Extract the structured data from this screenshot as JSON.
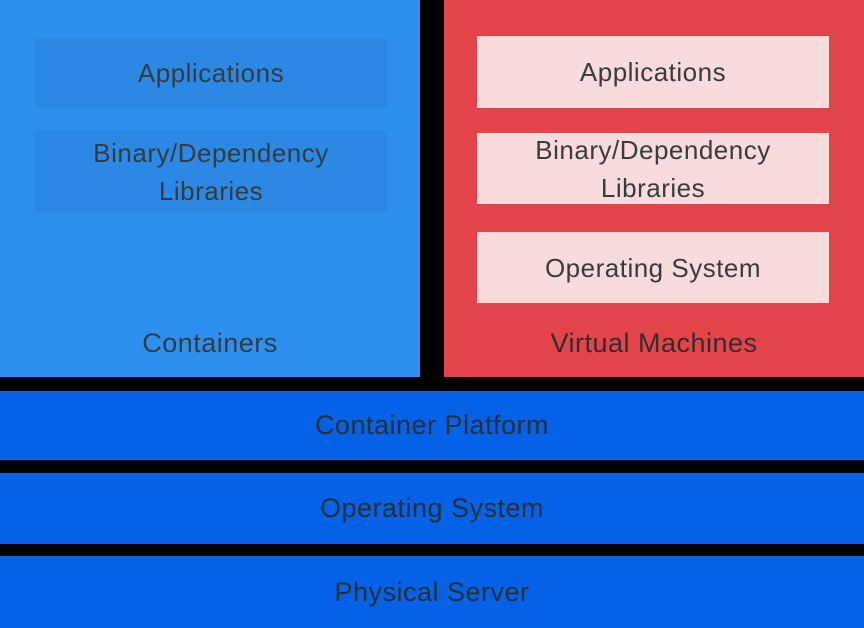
{
  "colors": {
    "gap_background": "#000000",
    "containers_panel": "#2E90EE",
    "vm_panel": "#E24449",
    "vm_inner_box": "#F8DBDC",
    "shared_layer_bar": "#0561E6",
    "panel_text": "#363B41",
    "vm_label_text": "#332D2D",
    "bar_text": "#243139"
  },
  "containers_panel": {
    "label": "Containers",
    "boxes": [
      {
        "lines": [
          "Applications"
        ]
      },
      {
        "lines": [
          "Binary/Dependency",
          "Libraries"
        ]
      }
    ]
  },
  "vm_panel": {
    "label": "Virtual Machines",
    "boxes": [
      {
        "lines": [
          "Applications"
        ]
      },
      {
        "lines": [
          "Binary/Dependency",
          "Libraries"
        ]
      },
      {
        "lines": [
          "Operating System"
        ]
      }
    ]
  },
  "shared_layers": [
    {
      "label": "Container Platform"
    },
    {
      "label": "Operating System"
    },
    {
      "label": "Physical Server"
    }
  ]
}
